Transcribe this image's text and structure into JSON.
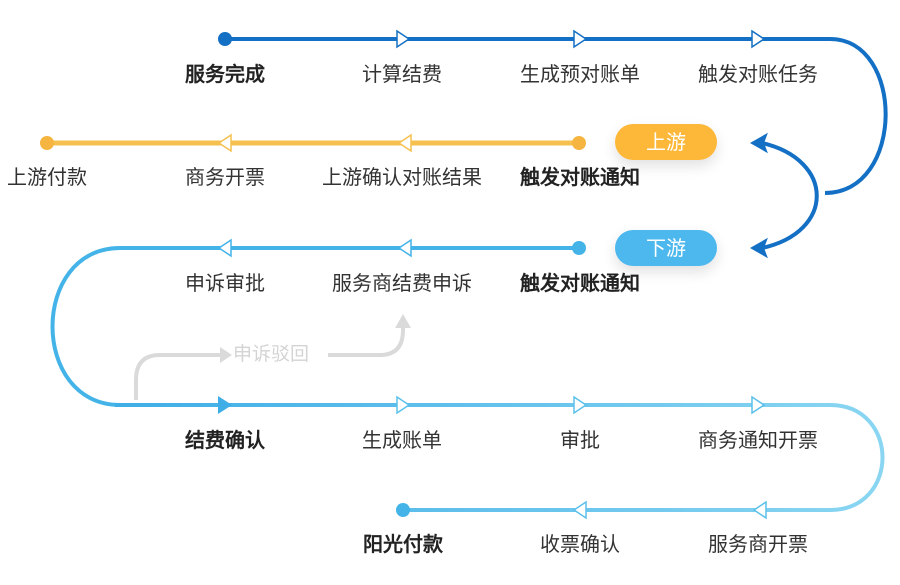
{
  "colors": {
    "row1": "#1470C4",
    "upstream": "#F5C04E",
    "downstream": "#44B4E8",
    "light": "#7FD0F0",
    "reject": "#DADADA",
    "badge_up": "#FDB839",
    "badge_down": "#4DB8EE"
  },
  "rows": {
    "start": [
      "服务完成",
      "计算结费",
      "生成预对账单",
      "触发对账任务"
    ],
    "upstream": [
      "上游付款",
      "商务开票",
      "上游确认对账结果",
      "触发对账通知"
    ],
    "downstream": [
      "申诉审批",
      "服务商结费申诉",
      "触发对账通知"
    ],
    "settle": [
      "结费确认",
      "生成账单",
      "审批",
      "商务通知开票"
    ],
    "pay": [
      "阳光付款",
      "收票确认",
      "服务商开票"
    ]
  },
  "badges": {
    "upstream": "上游",
    "downstream": "下游"
  },
  "reject_label": "申诉驳回"
}
